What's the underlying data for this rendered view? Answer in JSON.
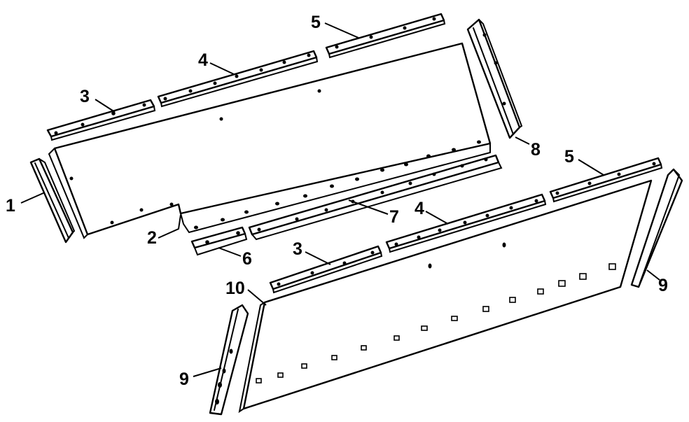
{
  "callouts": {
    "c1": "1",
    "c2": "2",
    "c3a": "3",
    "c3b": "3",
    "c4a": "4",
    "c4b": "4",
    "c5a": "5",
    "c5b": "5",
    "c6": "6",
    "c7": "7",
    "c8": "8",
    "c9a": "9",
    "c9b": "9",
    "c10": "10"
  }
}
